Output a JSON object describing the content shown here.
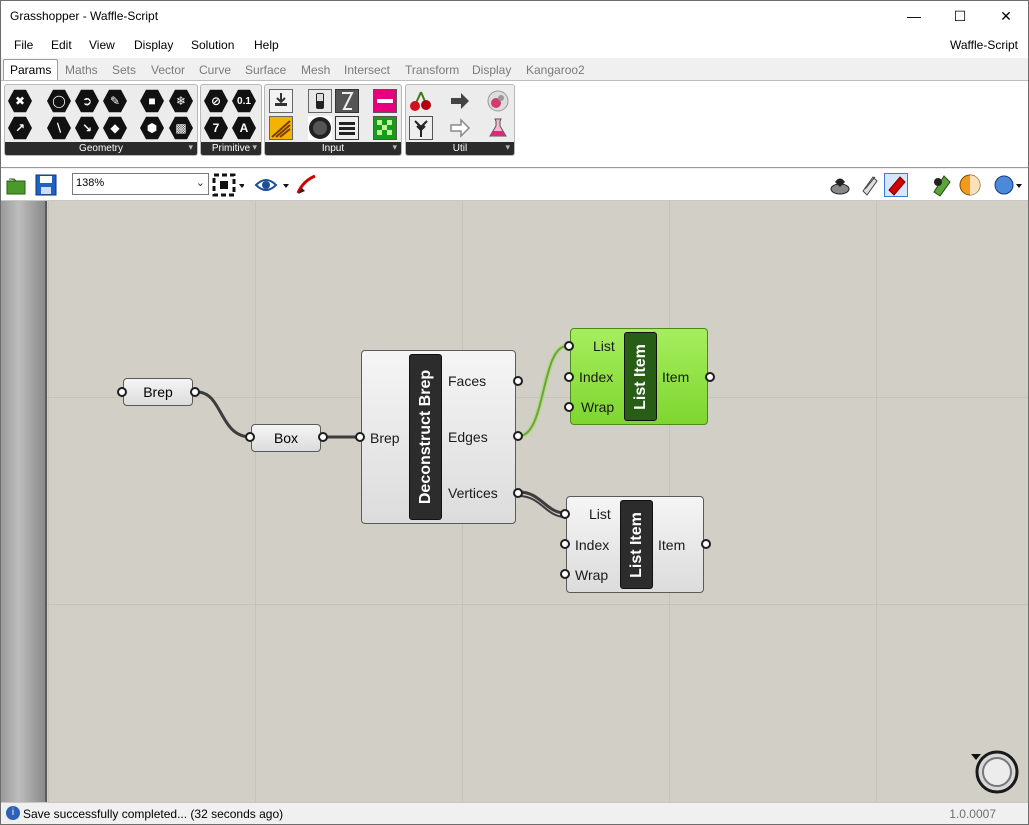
{
  "window": {
    "title": "Grasshopper - Waffle-Script",
    "document_name": "Waffle-Script"
  },
  "menu": [
    "File",
    "Edit",
    "View",
    "Display",
    "Solution",
    "Help"
  ],
  "tabs": [
    "Params",
    "Maths",
    "Sets",
    "Vector",
    "Curve",
    "Surface",
    "Mesh",
    "Intersect",
    "Transform",
    "Display",
    "Kangaroo2"
  ],
  "active_tab": "Params",
  "ribbon": {
    "panels": [
      {
        "label": "Geometry"
      },
      {
        "label": "Primitive"
      },
      {
        "label": "Input"
      },
      {
        "label": "Util"
      }
    ],
    "primitive_icons": [
      "0.1",
      "7",
      "A"
    ]
  },
  "toolbar": {
    "zoom": "138%"
  },
  "canvas": {
    "brep_param": "Brep",
    "box_param": "Box",
    "deconstruct": {
      "name": "Deconstruct Brep",
      "input": "Brep",
      "outputs": [
        "Faces",
        "Edges",
        "Vertices"
      ]
    },
    "list_item_1": {
      "name": "List Item",
      "inputs": [
        "List",
        "Index",
        "Wrap"
      ],
      "output": "Item"
    },
    "list_item_2": {
      "name": "List Item",
      "inputs": [
        "List",
        "Index",
        "Wrap"
      ],
      "output": "Item"
    }
  },
  "status": {
    "message": "Save successfully completed... (32 seconds ago)",
    "version": "1.0.0007"
  }
}
